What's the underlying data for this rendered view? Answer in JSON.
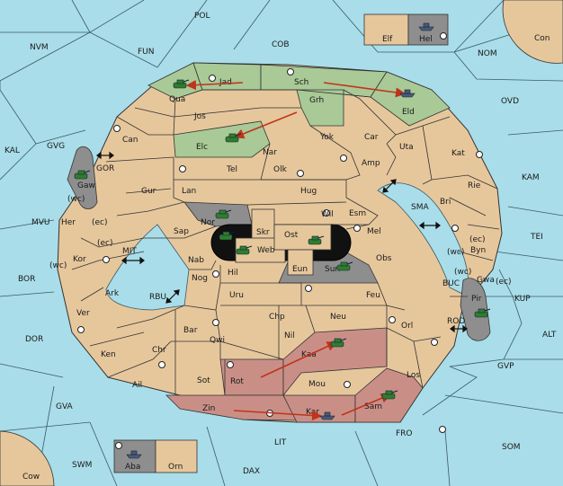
{
  "colors": {
    "sea": "#a9dde9",
    "land": "#e6c79c",
    "green_zone": "#a9c996",
    "red_zone": "#c98f87",
    "neutral": "#8e8e8e",
    "army": "#2f7d2f",
    "arrow": "#c0331c"
  },
  "map": {
    "outer_seas": [
      "POL",
      "NVM",
      "FUN",
      "COB",
      "NOM",
      "OVD",
      "KAL",
      "GVG",
      "GOR",
      "MVU",
      "MIT",
      "BOR",
      "DOR",
      "GVA",
      "SWM",
      "DAX",
      "LIT",
      "FRO",
      "SOM",
      "GVP",
      "ALT",
      "KUP",
      "BUC",
      "ROD",
      "TEI",
      "KAM",
      "SMA",
      "RBU",
      "Con",
      "Cow"
    ],
    "corner_boxes": {
      "top": [
        "Elf",
        "Hel"
      ],
      "bottom": [
        "Aba",
        "Orn"
      ]
    },
    "coast_labels": [
      "(wc)",
      "(ec)"
    ],
    "inner_regions": [
      "Jad",
      "Sch",
      "Qua",
      "Jos",
      "Grh",
      "Eld",
      "Can",
      "Elc",
      "Nar",
      "Yok",
      "Car",
      "Uta",
      "Kat",
      "Tel",
      "Olk",
      "Amp",
      "Gur",
      "Lan",
      "Hug",
      "Rie",
      "Bri",
      "Wil",
      "Esm",
      "Gaw",
      "Her",
      "Nor",
      "Skr",
      "Sap",
      "Web",
      "Ost",
      "Mel",
      "Byn",
      "Kor",
      "Nab",
      "Eun",
      "Sun",
      "Obs",
      "Gwa",
      "Ark",
      "Nog",
      "Hil",
      "Uru",
      "Feu",
      "Pir",
      "Ver",
      "Chp",
      "Neu",
      "Bar",
      "Qwi",
      "Orl",
      "Ken",
      "Nil",
      "Chr",
      "Kaa",
      "Ail",
      "Rot",
      "Sot",
      "Los",
      "Mou",
      "Zin",
      "Kar",
      "Sam"
    ]
  }
}
